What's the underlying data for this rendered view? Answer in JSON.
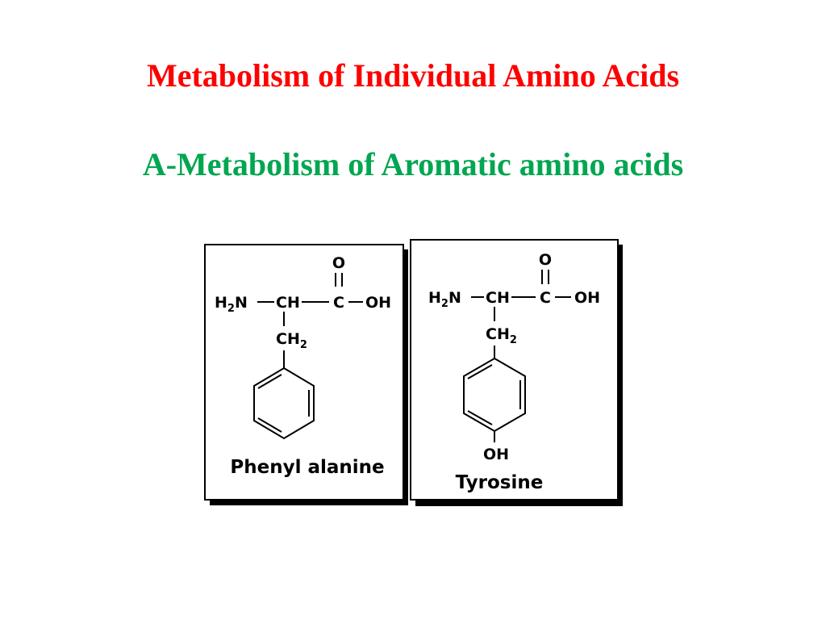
{
  "slide": {
    "title": "Metabolism of Individual Amino Acids",
    "subtitle": "A-Metabolism of Aromatic amino acids"
  },
  "colors": {
    "title": "#ff0000",
    "subtitle": "#00a650",
    "structure_ink": "#000000"
  },
  "phenylalanine": {
    "oxygen": "O",
    "amino": "H",
    "amino_sub": "2",
    "amino_n": "N",
    "alpha_carbon": "CH",
    "carboxyl_carbon": "C",
    "hydroxyl": "OH",
    "methylene": "CH",
    "methylene_sub": "2",
    "name": "Phenyl alanine"
  },
  "tyrosine": {
    "oxygen": "O",
    "amino": "H",
    "amino_sub": "2",
    "amino_n": "N",
    "alpha_carbon": "CH",
    "carboxyl_carbon": "C",
    "hydroxyl": "OH",
    "methylene": "CH",
    "methylene_sub": "2",
    "ring_hydroxyl": "OH",
    "name": "Tyrosine"
  }
}
